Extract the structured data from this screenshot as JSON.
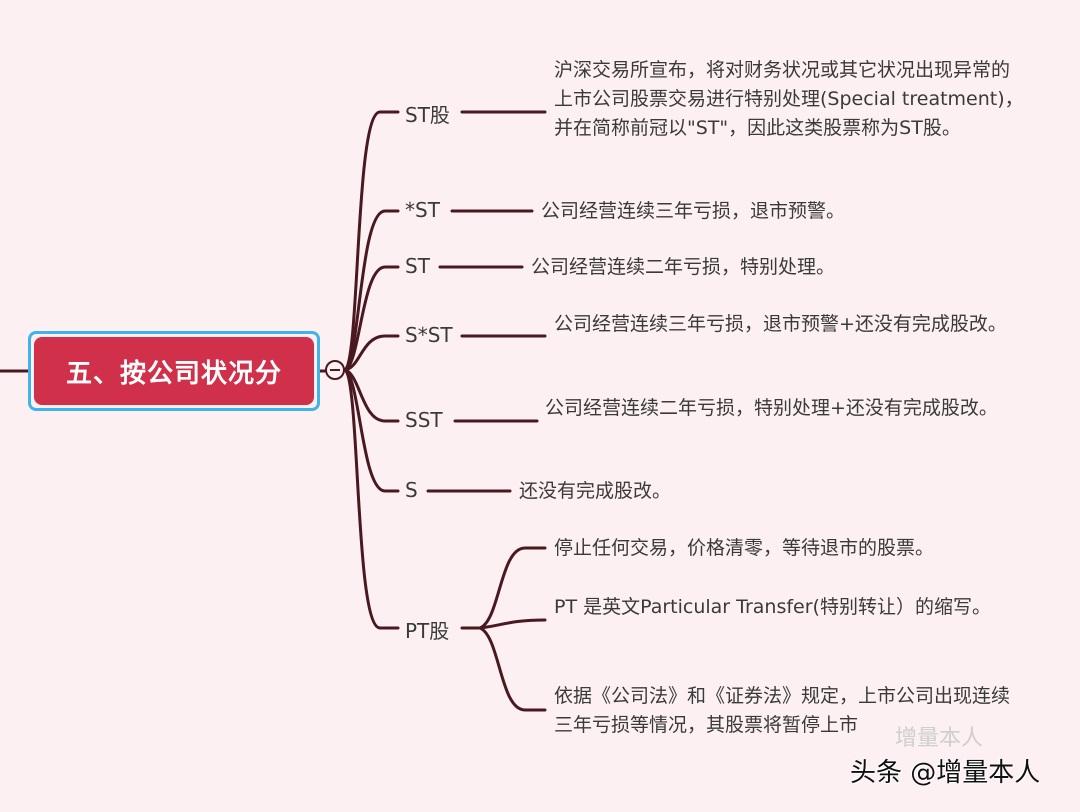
{
  "root": {
    "label": "五、按公司状况分",
    "color": "#d1304a",
    "selection_color": "#3fb4ea"
  },
  "branches": [
    {
      "label": "ST股",
      "description": "沪深交易所宣布，将对财务状况或其它状况出现异常的上市公司股票交易进行特别处理(Special treatment)，并在简称前冠以\"ST\"，因此这类股票称为ST股。"
    },
    {
      "label": "*ST",
      "description": "公司经营连续三年亏损，退市预警。"
    },
    {
      "label": "ST",
      "description": "公司经营连续二年亏损，特别处理。"
    },
    {
      "label": "S*ST",
      "description": "公司经营连续三年亏损，退市预警+还没有完成股改。"
    },
    {
      "label": "SST",
      "description": "公司经营连续二年亏损，特别处理+还没有完成股改。"
    },
    {
      "label": "S",
      "description": "还没有完成股改。"
    },
    {
      "label": "PT股",
      "children": [
        "停止任何交易，价格清零，等待退市的股票。",
        "PT 是英文Particular Transfer(特别转让）的缩写。",
        "依据《公司法》和《证券法》规定，上市公司出现连续三年亏损等情况，其股票将暂停上市"
      ]
    }
  ],
  "line_color": "#4a1820",
  "watermark": {
    "text": "头条 @增量本人",
    "faint_text": "增量本人"
  }
}
